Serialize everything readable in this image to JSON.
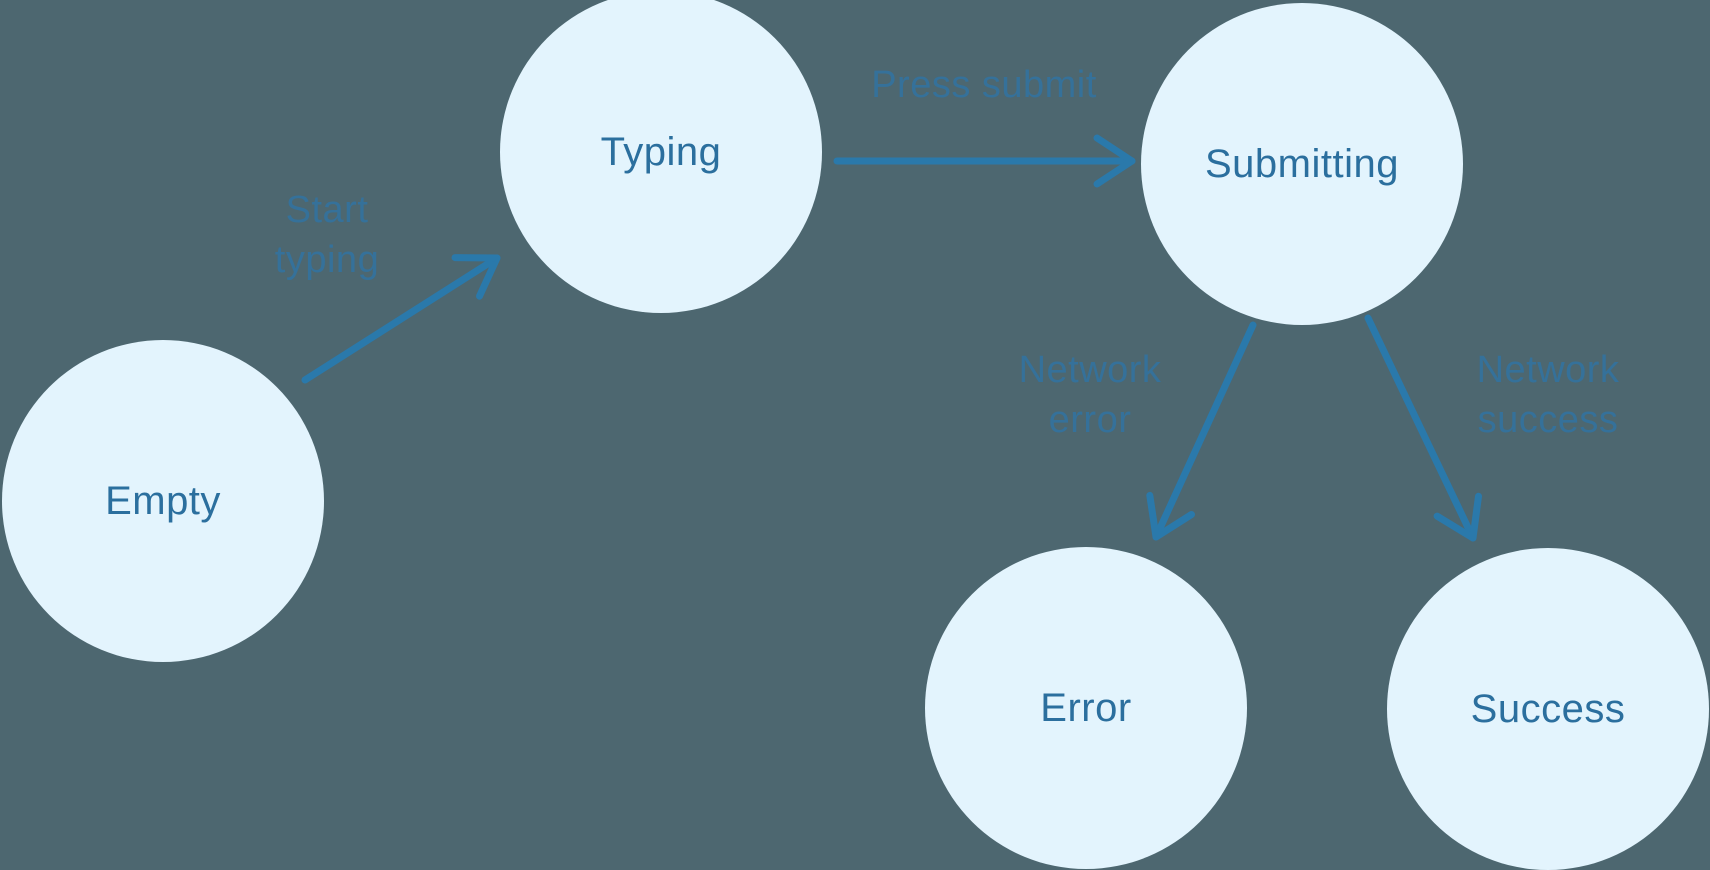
{
  "diagram": {
    "type": "state-machine",
    "colors": {
      "background": "#4d6770",
      "node_fill": "#e3f4fd",
      "node_text": "#2b6f9e",
      "arrow": "#2a79ab",
      "edge_label_text": "#35719a"
    },
    "states": [
      {
        "id": "empty",
        "label": "Empty"
      },
      {
        "id": "typing",
        "label": "Typing"
      },
      {
        "id": "submitting",
        "label": "Submitting"
      },
      {
        "id": "error",
        "label": "Error"
      },
      {
        "id": "success",
        "label": "Success"
      }
    ],
    "transitions": [
      {
        "from": "empty",
        "to": "typing",
        "label": "Start\ntyping"
      },
      {
        "from": "typing",
        "to": "submitting",
        "label": "Press submit"
      },
      {
        "from": "submitting",
        "to": "error",
        "label": "Network\nerror"
      },
      {
        "from": "submitting",
        "to": "success",
        "label": "Network\nsuccess"
      }
    ]
  }
}
